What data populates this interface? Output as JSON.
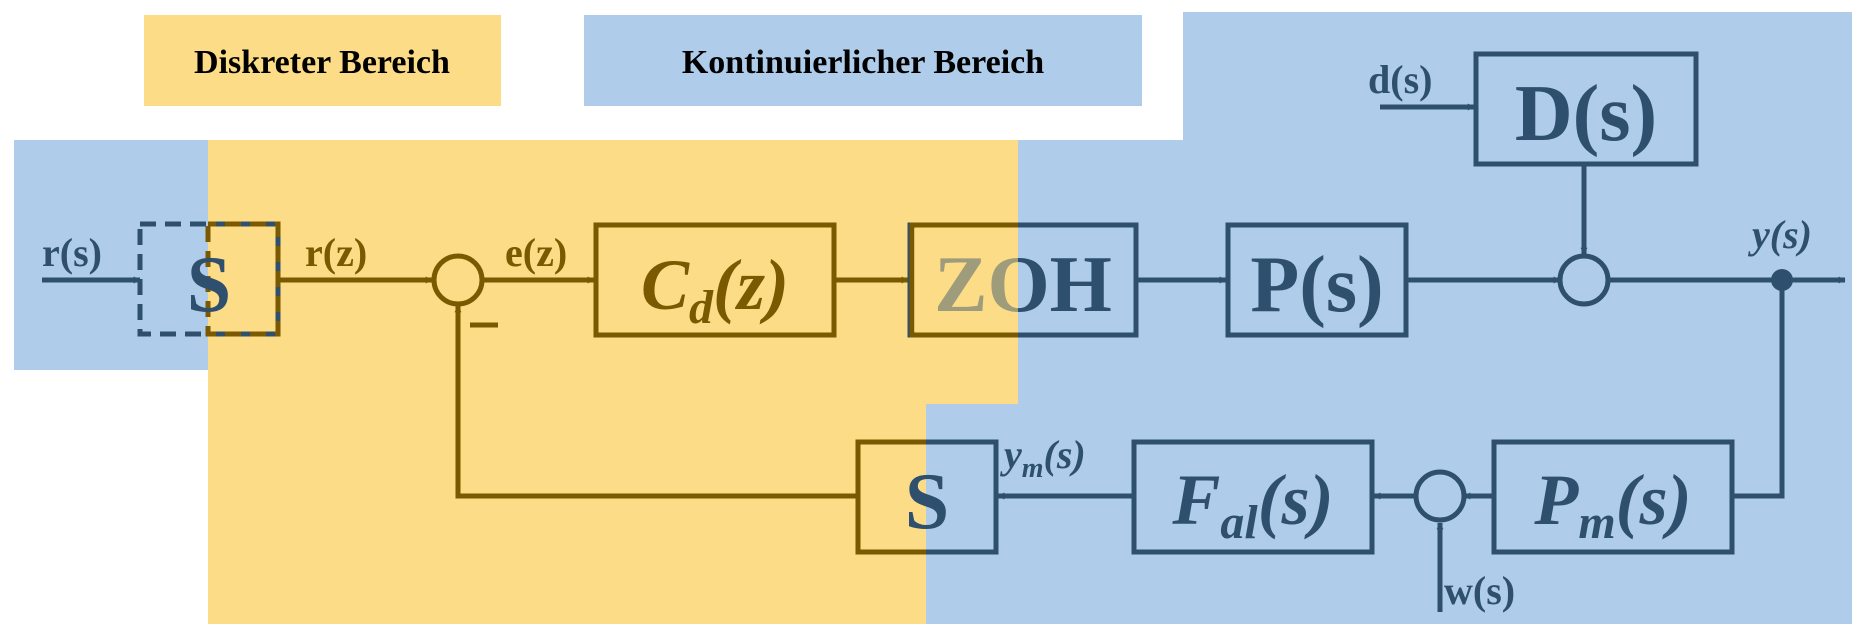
{
  "colors": {
    "discrete": "#fcdc86",
    "continuous": "#afcdea",
    "discrete_stroke": "#7a5900",
    "continuous_stroke": "#2f4f6f"
  },
  "legend": {
    "discrete_label": "Diskreter Bereich",
    "continuous_label": "Kontinuierlicher Bereich"
  },
  "signals": {
    "r_s": "r(s)",
    "r_z": "r(z)",
    "e_z": "e(z)",
    "d_s": "d(s)",
    "w_s": "w(s)",
    "y_s": {
      "base": "y",
      "arg": "(s)"
    },
    "y_m_s": {
      "base": "y",
      "sub": "m",
      "arg": "(s)"
    },
    "minus_sign": "−"
  },
  "blocks": {
    "sampler_in": "S",
    "controller": {
      "base": "C",
      "sub": "d",
      "arg": "(z)"
    },
    "zoh": "ZOH",
    "plant": "P(s)",
    "disturbance": "D(s)",
    "sensor": {
      "base": "P",
      "sub": "m",
      "arg": "(s)"
    },
    "filter": {
      "base": "F",
      "sub": "al",
      "arg": "(s)"
    },
    "sampler_fb": "S"
  }
}
